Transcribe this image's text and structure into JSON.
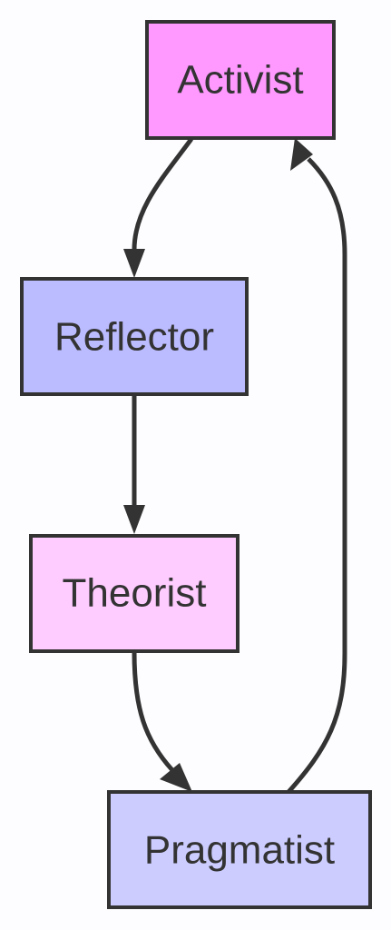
{
  "diagram": {
    "type": "flowchart-cycle",
    "nodes": [
      {
        "id": "activist",
        "label": "Activist",
        "fill": "#ff99ff"
      },
      {
        "id": "reflector",
        "label": "Reflector",
        "fill": "#bbbbff"
      },
      {
        "id": "theorist",
        "label": "Theorist",
        "fill": "#ffccff"
      },
      {
        "id": "pragmatist",
        "label": "Pragmatist",
        "fill": "#ccccff"
      }
    ],
    "edges": [
      {
        "from": "activist",
        "to": "reflector"
      },
      {
        "from": "reflector",
        "to": "theorist"
      },
      {
        "from": "theorist",
        "to": "pragmatist"
      },
      {
        "from": "pragmatist",
        "to": "activist"
      }
    ],
    "colors": {
      "stroke": "#333333",
      "text": "#333333",
      "background": "#fdfcfe"
    }
  }
}
